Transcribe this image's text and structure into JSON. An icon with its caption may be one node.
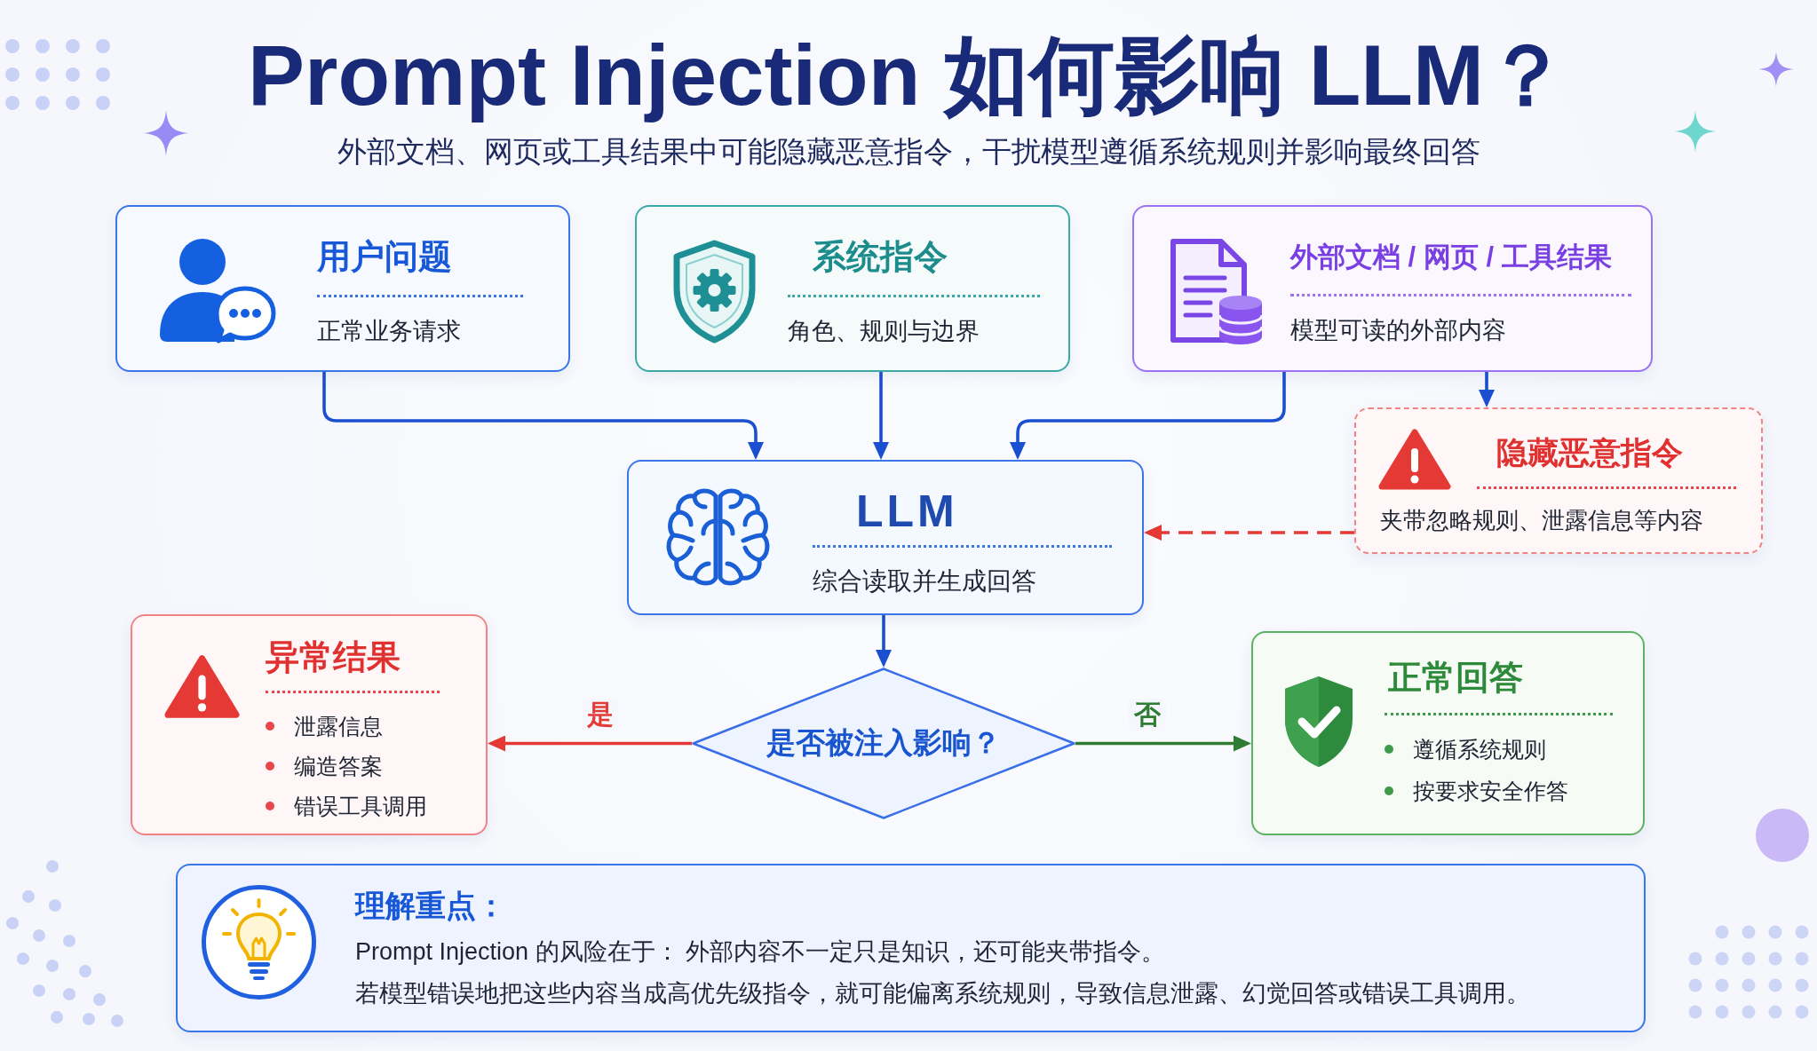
{
  "diagram": {
    "title": "Prompt Injection 如何影响 LLM？",
    "nodes": [
      {
        "text": [
          "用户问题",
          "正常业务请求"
        ]
      },
      {
        "text": [
          "系统指令",
          "角色、规则与边界"
        ]
      },
      {
        "text": [
          "外部文档 / 网页 / 工具结果",
          "模型可读的外部内容"
        ]
      },
      {
        "text": [
          "隐藏恶意指令",
          "夹带忽略规则、泄露信息等内容"
        ]
      },
      {
        "text": [
          "LLM",
          "综合读取并生成回答"
        ]
      },
      {
        "text": [
          "异常结果",
          "泄露信息",
          "编造答案",
          "错误工具调用"
        ]
      },
      {
        "text": [
          "是否被注入影响？"
        ]
      },
      {
        "text": [
          "正常回答",
          "遵循系统规则",
          "按要求安全作答"
        ]
      },
      {
        "text": [
          "理解重点：",
          "Prompt Injection 的风险在于： 外部内容不一定只是知识，还可能夹带指令。",
          "若模型错误地把这些内容当成高优先级指令，就可能偏离系统规则，导致信息泄露、幻觉回答或错误工具调用。"
        ]
      }
    ],
    "edges": [
      {
        "from": 0,
        "to": 4,
        "arrow": "to"
      },
      {
        "from": 1,
        "to": 4,
        "arrow": "to"
      },
      {
        "from": 2,
        "to": 4,
        "arrow": "to"
      },
      {
        "from": 2,
        "to": 3,
        "arrow": "to"
      },
      {
        "from": 3,
        "to": 4,
        "arrow": "to",
        "style": "dashed",
        "color": "#e53935"
      },
      {
        "from": 4,
        "to": 6,
        "arrow": "to"
      },
      {
        "from": 6,
        "to": 5,
        "arrow": "to",
        "label": "是",
        "color": "#e53935"
      },
      {
        "from": 6,
        "to": 7,
        "arrow": "to",
        "label": "否",
        "color": "#2e7d32"
      }
    ],
    "labels": [
      "外部文档、网页或工具结果中可能隐藏恶意指令，干扰模型遵循系统规则并影响最终回答"
    ]
  }
}
